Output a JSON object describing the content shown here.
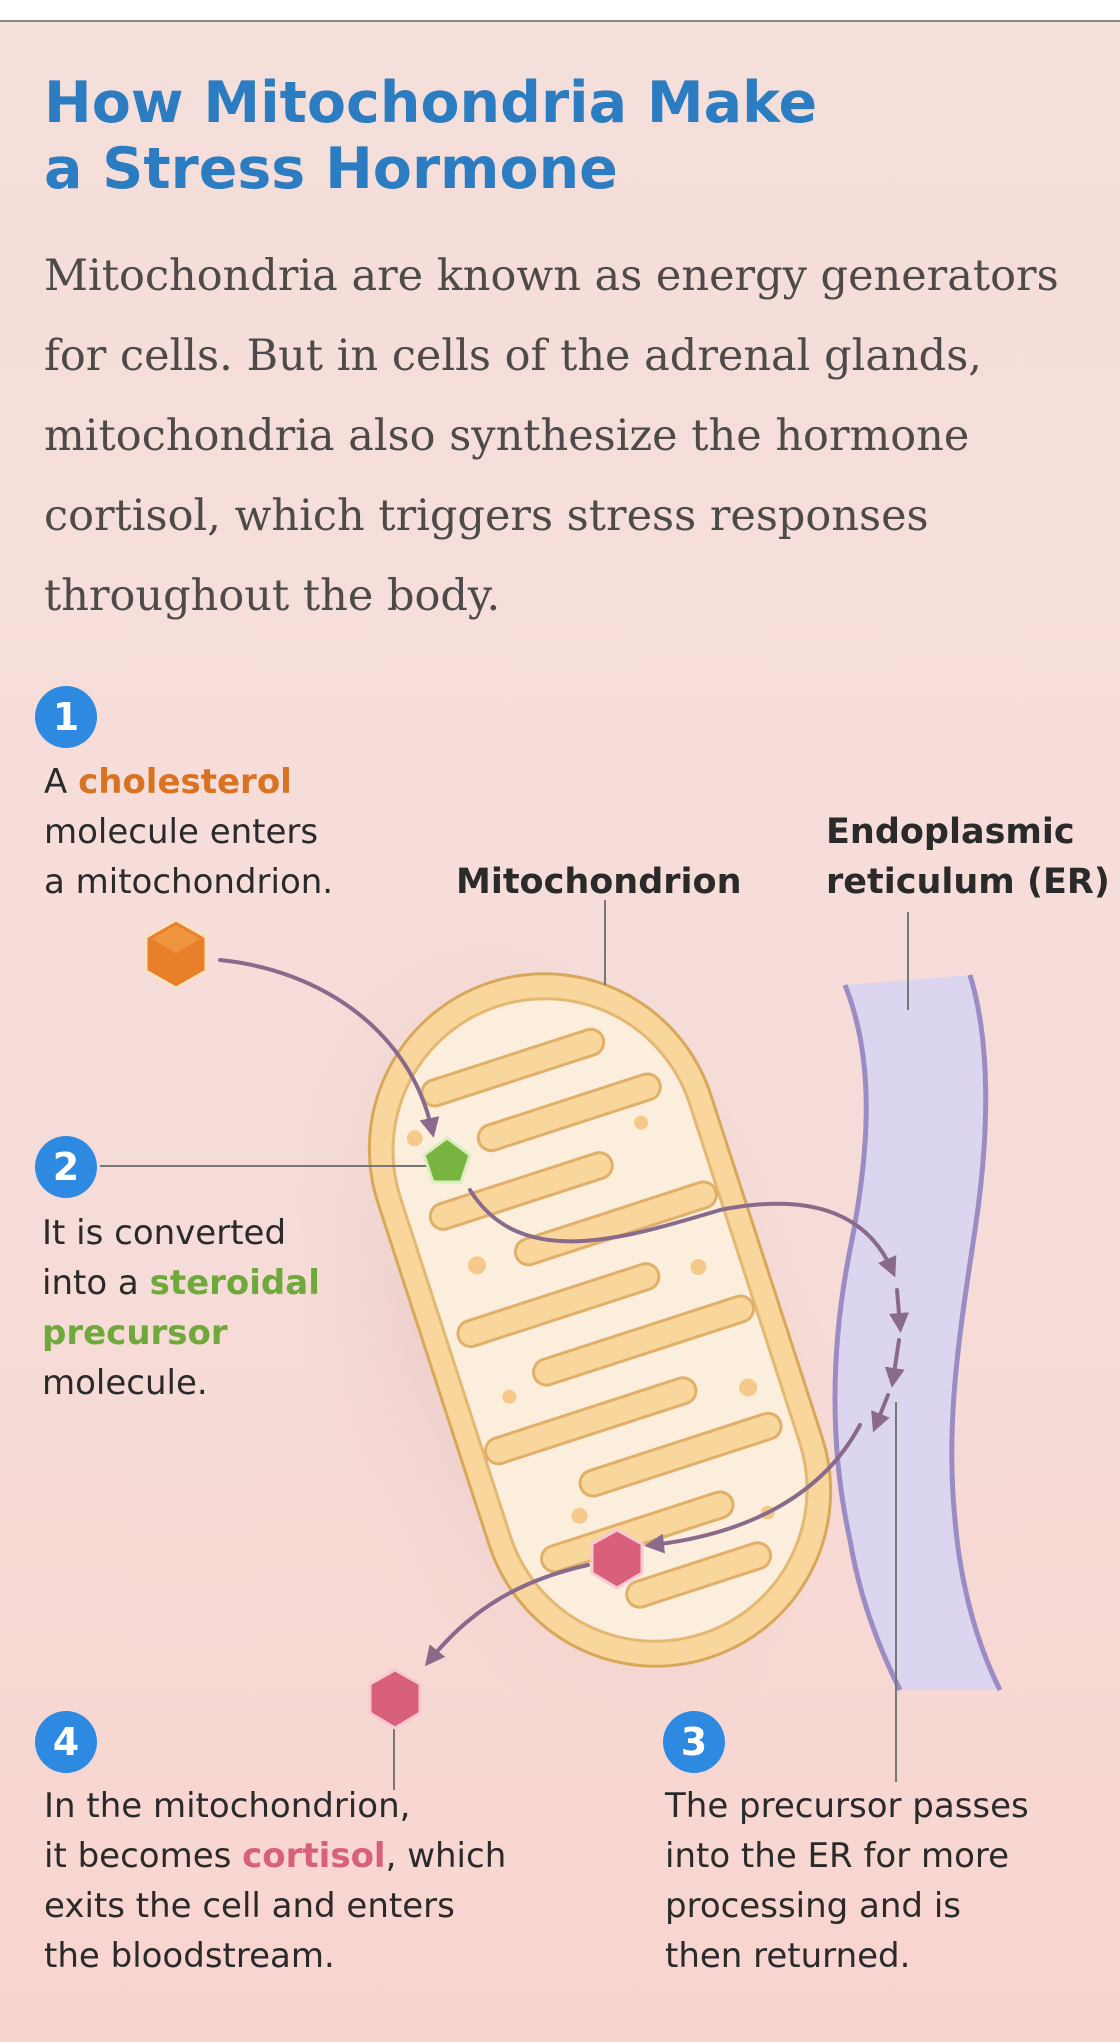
{
  "title_line1": "How Mitochondria Make",
  "title_line2": "a Stress Hormone",
  "intro": "Mitochondria are known as energy generators for cells. But in cells of the adrenal glands, mitochondria also synthesize the hormone cortisol, which triggers stress responses throughout the body.",
  "labels": {
    "mitochondrion": "Mitochondrion",
    "er_line1": "Endoplasmic",
    "er_line2": "reticulum (ER)"
  },
  "steps": [
    {
      "number": "1",
      "pre": "A ",
      "keyword": "cholesterol",
      "post1": "molecule enters",
      "post2": "a mitochondrion."
    },
    {
      "number": "2",
      "line1": "It is converted",
      "pre": "into a ",
      "keyword1": "steroidal",
      "keyword2": "precursor",
      "post": "molecule."
    },
    {
      "number": "3",
      "line1": "The precursor passes",
      "line2": "into the ER for more",
      "line3": "processing and is",
      "line4": "then returned."
    },
    {
      "number": "4",
      "line1": "In the mitochondrion,",
      "pre": "it becomes ",
      "keyword": "cortisol",
      "post": ", which",
      "line3": "exits the cell and enters",
      "line4": "the bloodstream."
    }
  ],
  "colors": {
    "title": "#2b7cc1",
    "badge": "#2e8ae0",
    "cholesterol": "#d87322",
    "precursor": "#6fa83b",
    "cortisol": "#d8607a",
    "arrow": "#8a6a8a",
    "mito_outer": "#f9d69b",
    "mito_inner": "#fbeedd",
    "er": "#dcd5ef"
  }
}
